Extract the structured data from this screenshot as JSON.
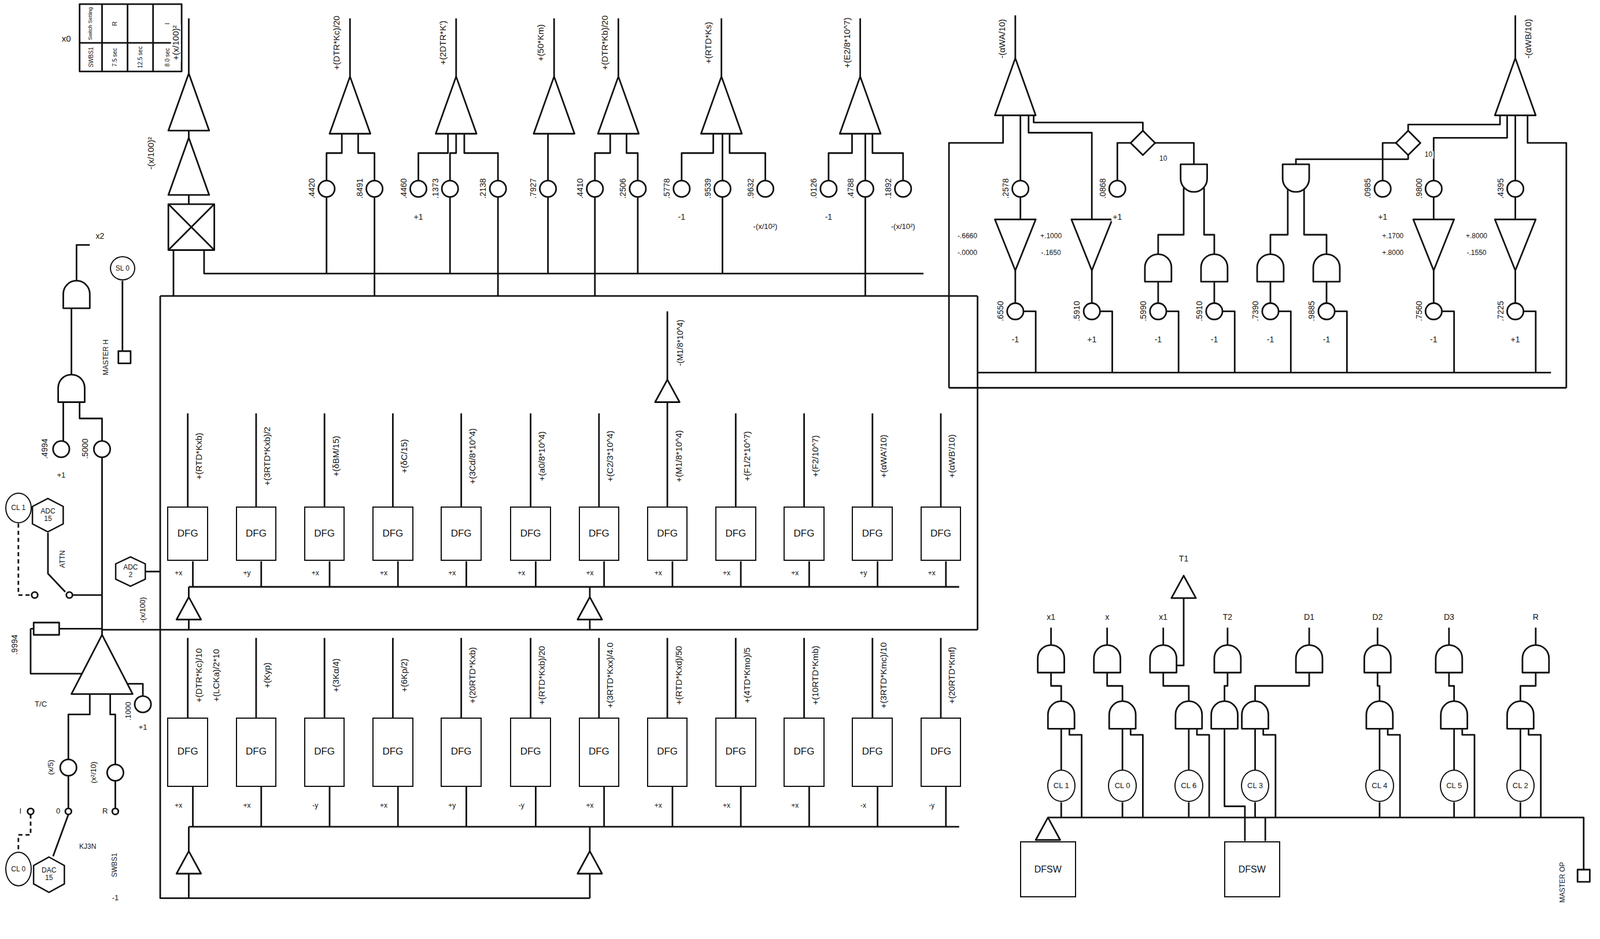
{
  "diagram": {
    "nodes": [
      {
        "text": [
          "SL 0"
        ]
      },
      {
        "text": [
          "CL 1"
        ]
      },
      {
        "text": [
          "ADC 15"
        ]
      },
      {
        "text": [
          "DFG"
        ]
      },
      {
        "text": [
          "DFG"
        ]
      },
      {
        "text": [
          "DFG"
        ]
      },
      {
        "text": [
          "DFG"
        ]
      },
      {
        "text": [
          "DFG"
        ]
      },
      {
        "text": [
          "DFG"
        ]
      },
      {
        "text": [
          "DFG"
        ]
      },
      {
        "text": [
          "DFG"
        ]
      },
      {
        "text": [
          "DFG"
        ]
      },
      {
        "text": [
          "DFG"
        ]
      },
      {
        "text": [
          "DFG"
        ]
      },
      {
        "text": [
          "DFG"
        ]
      },
      {
        "text": [
          "ADC 2"
        ]
      },
      {
        "text": [
          "DFG"
        ]
      },
      {
        "text": [
          "DFG"
        ]
      },
      {
        "text": [
          "DFG"
        ]
      },
      {
        "text": [
          "DFG"
        ]
      },
      {
        "text": [
          "DFG"
        ]
      },
      {
        "text": [
          "DFG"
        ]
      },
      {
        "text": [
          "DFG"
        ]
      },
      {
        "text": [
          "DFG"
        ]
      },
      {
        "text": [
          "DFG"
        ]
      },
      {
        "text": [
          "DFG"
        ]
      },
      {
        "text": [
          "DFG"
        ]
      },
      {
        "text": [
          "DFG"
        ]
      },
      {
        "text": [
          "CL 1"
        ]
      },
      {
        "text": [
          "CL 0"
        ]
      },
      {
        "text": [
          "CL 6"
        ]
      },
      {
        "text": [
          "CL 3"
        ]
      },
      {
        "text": [
          "CL 4"
        ]
      },
      {
        "text": [
          "CL 5"
        ]
      },
      {
        "text": [
          "CL 2"
        ]
      },
      {
        "text": [
          "DFSW"
        ]
      },
      {
        "text": [
          "DFSW"
        ]
      },
      {
        "text": [
          "CL 0"
        ]
      },
      {
        "text": [
          "DAC 15"
        ]
      }
    ],
    "labels": [
      "x0",
      "Switch Setting",
      "SWBS1",
      "R",
      "7.5 sec",
      "12.5 sec",
      "I",
      "8.0 sec",
      "+(x/100)²",
      "-(x/100)²",
      "+(DTR*Kc)/20",
      "+(2DTR*K')",
      "+(50*Km)",
      "+(DTR*Kb)/20",
      "+(RTD*Ks)",
      "+(E2/8*10^7)",
      ".4420",
      ".8491",
      ".4460",
      "+1",
      ".1373",
      ".2138",
      ".7927",
      ".4410",
      ".2506",
      ".5778",
      "-1",
      ".9539",
      ".9632",
      "-(x/10²)",
      ".0126",
      "-1",
      ".4788",
      ".1892",
      "-(x/10²)",
      "-(αWA/10)",
      "-(αWB/10)",
      ".2578",
      ".0868",
      "+1",
      ".0985",
      "+1",
      ".9800",
      ".4395",
      "-.6660",
      "-.0000",
      "+.1000",
      "-.1650",
      "+.1700",
      "+.8000",
      "+.8000",
      "-.1550",
      ".6550",
      "-1",
      ".5910",
      "+1",
      ".5990",
      "-1",
      ".5910",
      "-1",
      ".7390",
      "-1",
      ".9885",
      "-1",
      ".7560",
      "-1",
      ".7225",
      "+1",
      ".4994",
      ".5000",
      "+1",
      "MASTER H",
      "x2",
      "ATTN",
      "-(x/100)",
      ".9994",
      "T/C",
      ".1000",
      "+1",
      "(x/5)",
      "(x²/10)",
      "I",
      "0",
      "R",
      "KJ3N",
      "SWBS1",
      "-1",
      "+(RTD*Kxb)",
      "+(3RTD*Kxb)/2",
      "+(δBM/15)",
      "+(δC/15)",
      "+(3Cd/8*10^4)",
      "+(a0/8*10^4)",
      "+(C2/3*10^4)",
      "+(M1/8*10^4)",
      "+(F1/2*10^7)",
      "+(F2/10^7)",
      "+(αWA'/10)",
      "+(αWB'/10)",
      "-(M1/8*10^4)",
      "+x",
      "+y",
      "+x",
      "+x",
      "+x",
      "+x",
      "+x",
      "+x",
      "+x",
      "+x",
      "+y",
      "+x",
      "+x",
      "+x",
      "-y",
      "+x",
      "+y",
      "-y",
      "+x",
      "+x",
      "+x",
      "+x",
      "-x",
      "-y",
      "+(DTR*Kc)/10",
      "+(LCKa)/2*10",
      "+(Kyp)",
      "+(3Kα/4)",
      "+(6Kp/2)",
      "+(20RTD*Kxb)",
      "+(RTD*Kxb)/20",
      "+(3RTD*Kxx)/4.0",
      "+(RTD*Kxd)/50",
      "+(4TD*Kmo)/5",
      "+(10RTD*Kmb)",
      "+(3RTD*Kmc)/10",
      "+(20RTD*Kmf)",
      "x1",
      "x",
      "x1",
      "T1",
      "T2",
      "D1",
      "D2",
      "D3",
      "R",
      "MASTER OP",
      "10",
      "10"
    ]
  }
}
